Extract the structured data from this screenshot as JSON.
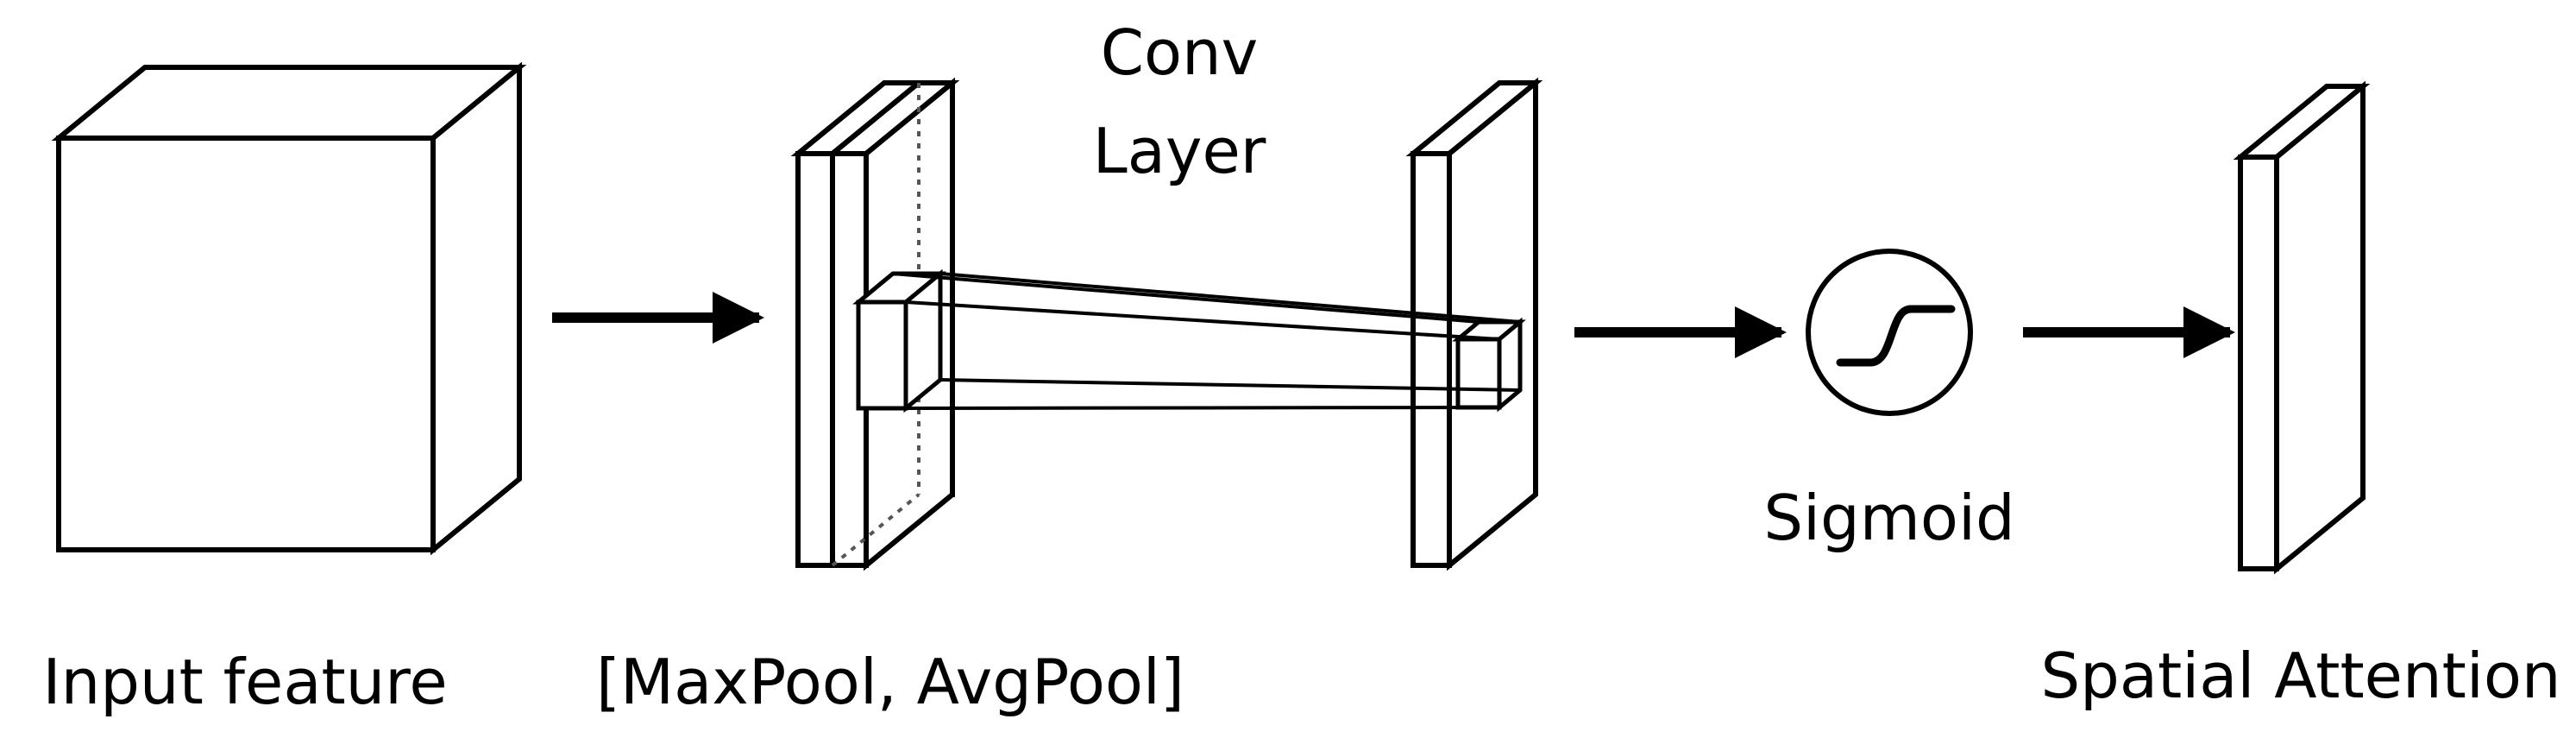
{
  "labels": {
    "input_feature": "Input feature",
    "pooled_maps": "[MaxPool, AvgPool]",
    "conv_line1": "Conv",
    "conv_line2": "Layer",
    "sigmoid": "Sigmoid",
    "spatial_attention": "Spatial Attention"
  },
  "colors": {
    "stroke": "#000000",
    "fill": "#ffffff",
    "dotted": "#555555"
  }
}
